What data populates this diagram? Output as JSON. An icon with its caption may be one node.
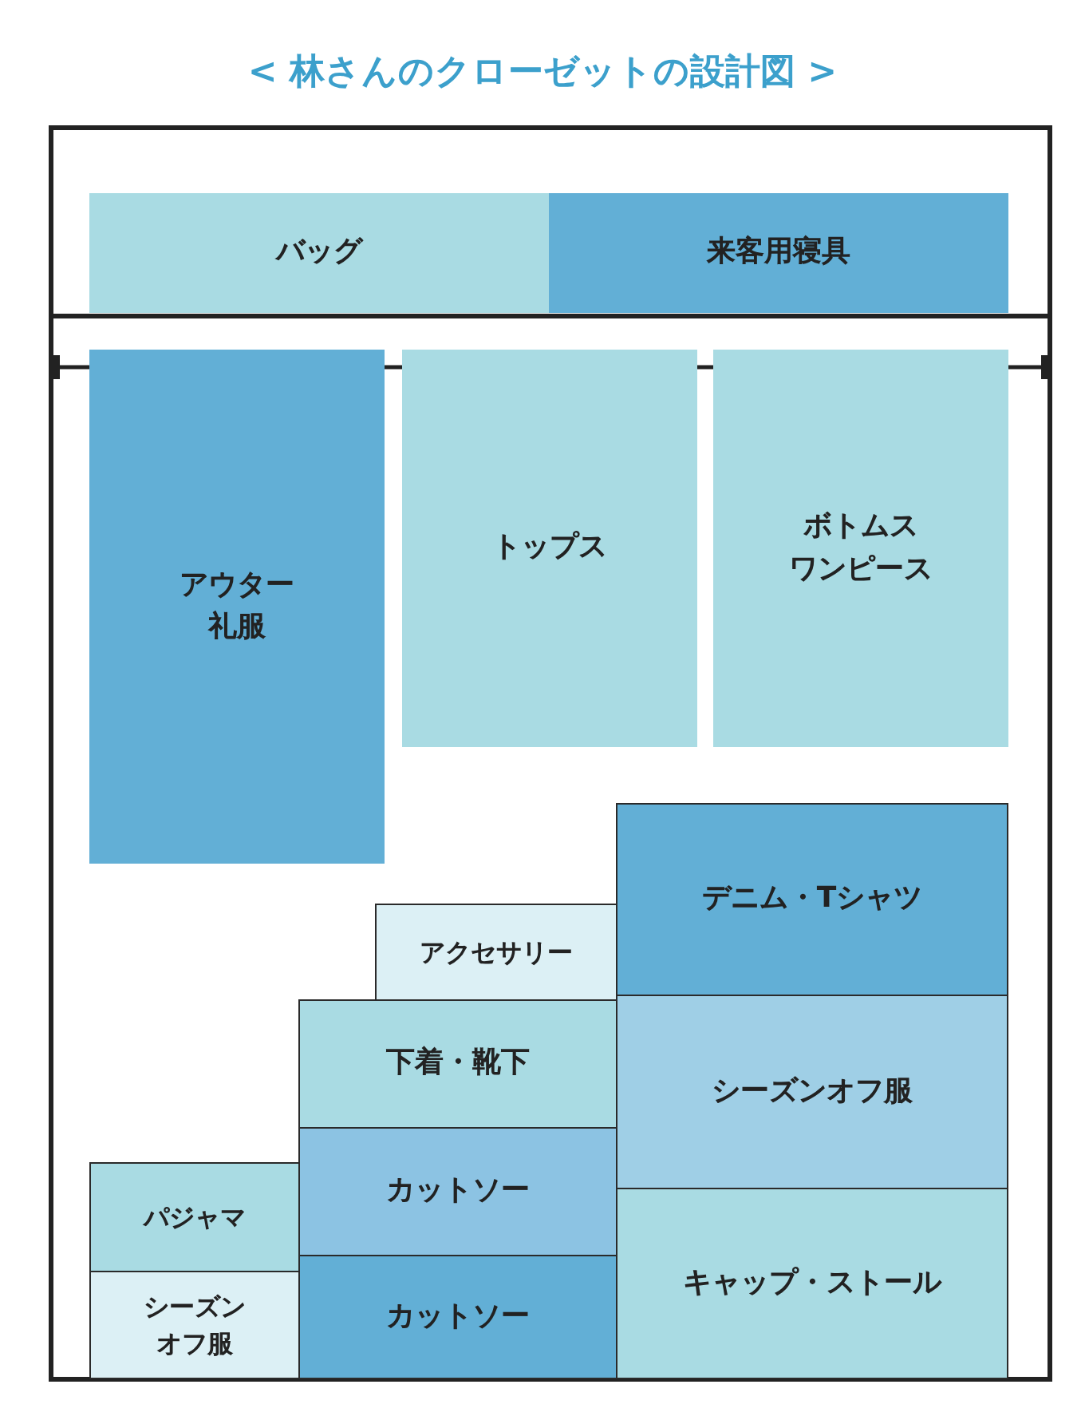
{
  "diagram": {
    "title": "< 林さんのクローゼットの設計図 >",
    "nodes": [
      {
        "text": [
          "バッグ"
        ]
      },
      {
        "text": [
          "来客用寝具"
        ]
      },
      {
        "text": [
          "アウター",
          "礼服"
        ]
      },
      {
        "text": [
          "トップス"
        ]
      },
      {
        "text": [
          "ボトムス",
          "ワンピース"
        ]
      },
      {
        "text": [
          "デニム・Tシャツ"
        ]
      },
      {
        "text": [
          "アクセサリー"
        ]
      },
      {
        "text": [
          "下着・靴下"
        ]
      },
      {
        "text": [
          "シーズンオフ服"
        ]
      },
      {
        "text": [
          "パジャマ"
        ]
      },
      {
        "text": [
          "カットソー"
        ]
      },
      {
        "text": [
          "キャップ・ストール"
        ]
      },
      {
        "text": [
          "シーズンオフ服"
        ]
      },
      {
        "text": [
          "カットソー"
        ]
      }
    ]
  }
}
